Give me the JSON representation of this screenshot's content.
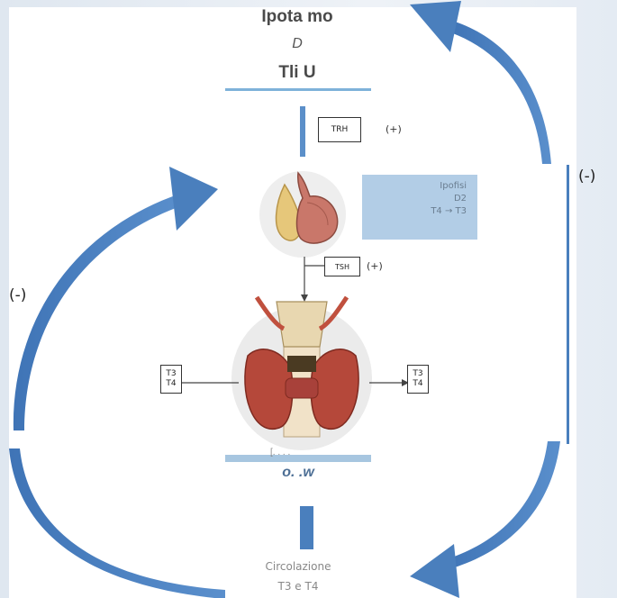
{
  "top": {
    "line1": "Ipota mo",
    "line2": "D",
    "line3": "Tli     U"
  },
  "trh_label": "TRH",
  "trh_sign": "(+)",
  "pituitary_info": {
    "line1": "Ipofisi",
    "line2": "D2",
    "line3": "T4 → T3"
  },
  "tsh_label": "TSH",
  "tsh_sign": "(+)",
  "left_hormones": [
    "T3",
    "T4"
  ],
  "right_hormones": [
    "T3",
    "T4"
  ],
  "right_feedback": "(-)",
  "left_feedback": "(-)",
  "mid_small": "[. . . .",
  "mid_label": "o.  .w",
  "bottom": {
    "line1": "Circolazione",
    "line2": "T3 e T4"
  },
  "colors": {
    "arrow": "#4a7fbd",
    "accent_line": "#7eb2d9",
    "info_box": "#b2cde6"
  }
}
